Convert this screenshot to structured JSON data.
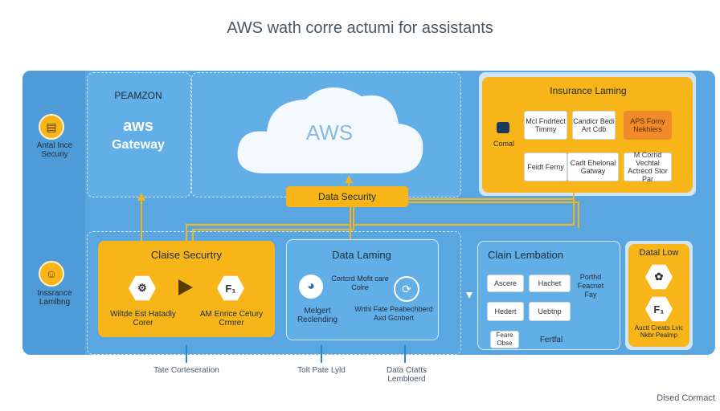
{
  "title": "AWS wath corre actumi for assistants",
  "left_col": {
    "item1": "Antal Ince Securiy",
    "item2": "Inssrance Lamlbng"
  },
  "aws_gateway": {
    "brand": "PEAMZON",
    "logo": "aws",
    "gateway": "Gateway"
  },
  "cloud": {
    "label": "AWS"
  },
  "data_security": "Data Security",
  "insurance": {
    "title": "Insurance Laming",
    "side_label": "Comal",
    "boxes": [
      "Mcl Fndrtect Timmy",
      "Candicr Bedi Art Cdb",
      "APS Forny Nekhiers",
      "Feidt Ferny",
      "Cadt Ehelonal Gatway",
      "M Corrid Vechtal Actrecd Stor Par"
    ]
  },
  "clause_security": {
    "title": "Claise Securtry",
    "left_label": "Wiltde Est Hatadly Corer",
    "right_glyph": "F₁",
    "right_label": "AM Enrice Cetury Crmrer"
  },
  "data_laming": {
    "title": "Data Laming",
    "center_text": "Cortcrd Mofit care Colre",
    "left_label": "Melgert Reclending",
    "right_label": "Wrthl Fate Peabechberd Axd Gcnbert"
  },
  "claim": {
    "title": "Clain Lembation",
    "boxes": [
      "Ascere",
      "Hachet",
      "Hedert",
      "Uebtnp",
      "Feare Obse"
    ],
    "side1": "Porthd Feacnet Fay",
    "side2": "Fertfal"
  },
  "data_low": {
    "title": "Datal Low",
    "glyph": "F₁",
    "label": "Auctt Creats Lvic Nkbr Pealmp"
  },
  "bottom": {
    "b1": "Tate Corteseration",
    "b2": "Tolt Pate Lyld",
    "b3": "Data Ctatts Lembloerd"
  },
  "footer": "Dised Cormact",
  "colors": {
    "frame": "#5aa6e0",
    "accent": "#f7b51a",
    "panel": "#62aee6"
  },
  "icons": [
    "card-icon",
    "person-icon",
    "hex-gear-icon",
    "arrow-right-icon",
    "chart-circle-icon",
    "gear-circle-icon"
  ]
}
